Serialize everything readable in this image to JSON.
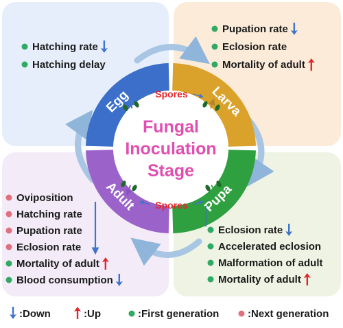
{
  "center": {
    "lines": [
      "Fungal",
      "Inoculation",
      "Stage"
    ],
    "color": "#e04fb0"
  },
  "stages": {
    "egg": {
      "label": "Egg",
      "color": "#3b6fc9"
    },
    "larva": {
      "label": "Larva",
      "color": "#daa22a"
    },
    "pupa": {
      "label": "Pupa",
      "color": "#2fa040"
    },
    "adult": {
      "label": "Adult",
      "color": "#9b62c9"
    }
  },
  "spores": {
    "top": "Spores",
    "bottom": "Spores",
    "color": "#e3262b"
  },
  "panels": {
    "egg": {
      "bg": "#e6eefb",
      "items": [
        {
          "text": "Hatching rate",
          "dot": "first",
          "arrow": "down"
        },
        {
          "text": "Hatching delay",
          "dot": "first",
          "arrow": ""
        }
      ]
    },
    "larva": {
      "bg": "#fcebd9",
      "items": [
        {
          "text": "Pupation rate",
          "dot": "first",
          "arrow": "down"
        },
        {
          "text": "Eclosion rate",
          "dot": "first",
          "arrow": ""
        },
        {
          "text": "Mortality of adult",
          "dot": "first",
          "arrow": "up"
        }
      ]
    },
    "adult": {
      "bg": "#f3ebf7",
      "items": [
        {
          "text": "Oviposition",
          "dot": "next",
          "arrow": ""
        },
        {
          "text": "Hatching rate",
          "dot": "next",
          "arrow": ""
        },
        {
          "text": "Pupation rate",
          "dot": "next",
          "arrow": ""
        },
        {
          "text": "Eclosion rate",
          "dot": "next",
          "arrow": ""
        },
        {
          "text": "Mortality of adult",
          "dot": "first",
          "arrow": "up"
        },
        {
          "text": "Blood consumption",
          "dot": "first",
          "arrow": "down"
        }
      ]
    },
    "pupa": {
      "bg": "#eef3e3",
      "items": [
        {
          "text": "Eclosion rate",
          "dot": "first",
          "arrow": "down"
        },
        {
          "text": "Accelerated eclosion",
          "dot": "first",
          "arrow": ""
        },
        {
          "text": "Malformation of adult",
          "dot": "first",
          "arrow": ""
        },
        {
          "text": "Mortality of adult",
          "dot": "first",
          "arrow": "up"
        }
      ]
    }
  },
  "legend": {
    "down": ":Down",
    "up": ":Up",
    "first": ":First generation",
    "next": ":Next generation"
  },
  "colors": {
    "first_dot": "#2faa63",
    "next_dot": "#e0707c",
    "down_arrow": "#3f74c9",
    "up_arrow": "#e3262b",
    "cycle_arrow": "#9fc0df",
    "spore": "#1f6a2b"
  }
}
